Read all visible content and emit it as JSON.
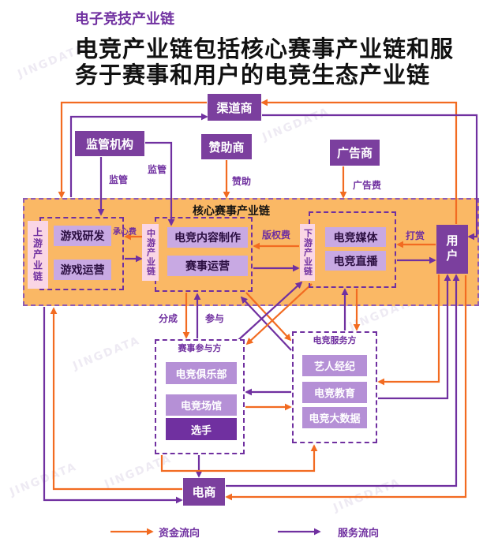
{
  "header": {
    "section_title": "电子竞技产业链",
    "title_lines": [
      "电竞产业链包括核心赛事产业链和服",
      "务于赛事和用户的电竞生态产业链"
    ]
  },
  "entities": {
    "channel": "渠道商",
    "regulator": "监管机构",
    "sponsor": "赞助商",
    "advertiser": "广告商",
    "user": "用户",
    "ecommerce": "电商"
  },
  "core_chain": {
    "title": "核心赛事产业链",
    "upstream": {
      "label": "上游产业链",
      "items": [
        "游戏研发",
        "游戏运营"
      ]
    },
    "midstream": {
      "label": "中游产业链",
      "items": [
        "电竞内容制作",
        "赛事运营"
      ]
    },
    "downstream": {
      "label": "下游产业链",
      "items": [
        "电竞媒体",
        "电竞直播"
      ]
    }
  },
  "participants": {
    "title": "赛事参与方",
    "items": [
      "电竞俱乐部",
      "电竞场馆",
      "选手"
    ]
  },
  "services": {
    "title": "电竞服务方",
    "items": [
      "艺人经纪",
      "电竞教育",
      "电竞大数据"
    ]
  },
  "flow_labels": {
    "regulate_upstream": "监管",
    "regulate_midstream": "监管",
    "sponsorship": "赞助",
    "ad_fee": "广告费",
    "license_fee": "承心费",
    "copyright_fee": "版权费",
    "tipping": "打赏",
    "revenue_share": "分成",
    "participate": "参与"
  },
  "legend": [
    {
      "label": "资金流向",
      "color": "#F26B21"
    },
    {
      "label": "服务流向",
      "color": "#7030A0"
    }
  ],
  "colors": {
    "funds_flow": "#F26B21",
    "service_flow": "#7030A0",
    "core_band": "#FAB865",
    "entity_box": "#7B3F9E",
    "player_box": "#7030A0",
    "core_item": "#C8A9E3",
    "ecosystem_item": "#B590D6",
    "stage_label_bg": "#FAD6E5"
  },
  "watermark": "JINGDATA"
}
